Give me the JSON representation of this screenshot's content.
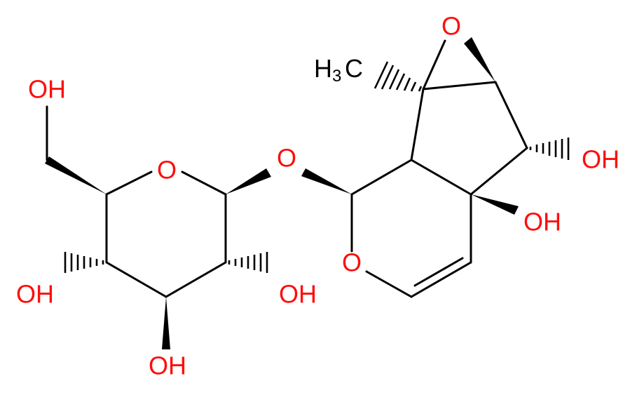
{
  "molecule": {
    "labels": {
      "ring_o_glucose": "O",
      "glycosidic_o": "O",
      "ring_o_pyran": "O",
      "epoxide_o": "O",
      "ch2oh": "OH",
      "oh_c2": "OH",
      "oh_c3": "OH",
      "oh_c4": "OH",
      "oh_cyclopentane": "OH",
      "oh_bridgehead": "OH",
      "methyl_h": "H",
      "methyl_sub": "3",
      "methyl_c": "C"
    },
    "colors": {
      "oxygen": "#ff0d0d",
      "bond": "#000000",
      "carbon_label": "#000000"
    }
  }
}
